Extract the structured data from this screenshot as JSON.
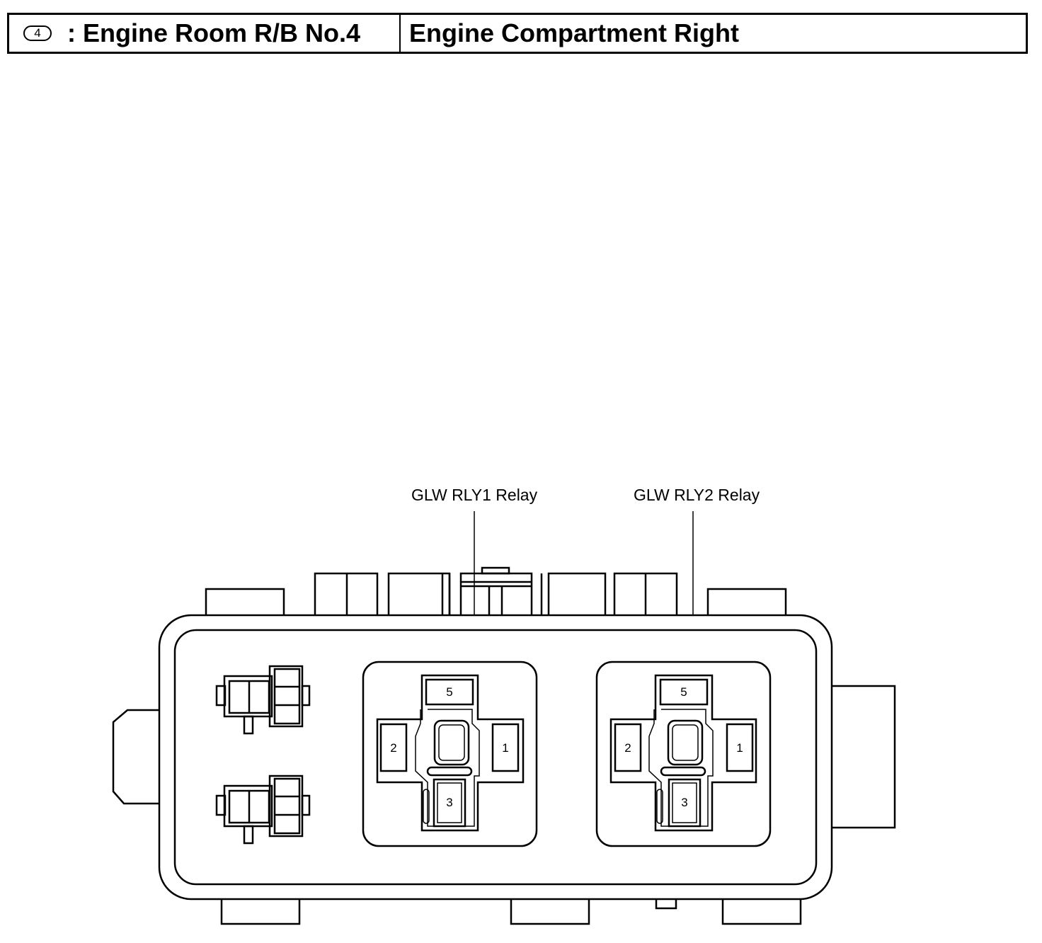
{
  "header": {
    "location_number": "4",
    "title": ": Engine Room R/B No.4",
    "location": "Engine Compartment Right"
  },
  "relays": [
    {
      "label": "GLW RLY1 Relay",
      "pins": {
        "top": "5",
        "left": "2",
        "right": "1",
        "bottom": "3"
      }
    },
    {
      "label": "GLW RLY2 Relay",
      "pins": {
        "top": "5",
        "left": "2",
        "right": "1",
        "bottom": "3"
      }
    }
  ]
}
